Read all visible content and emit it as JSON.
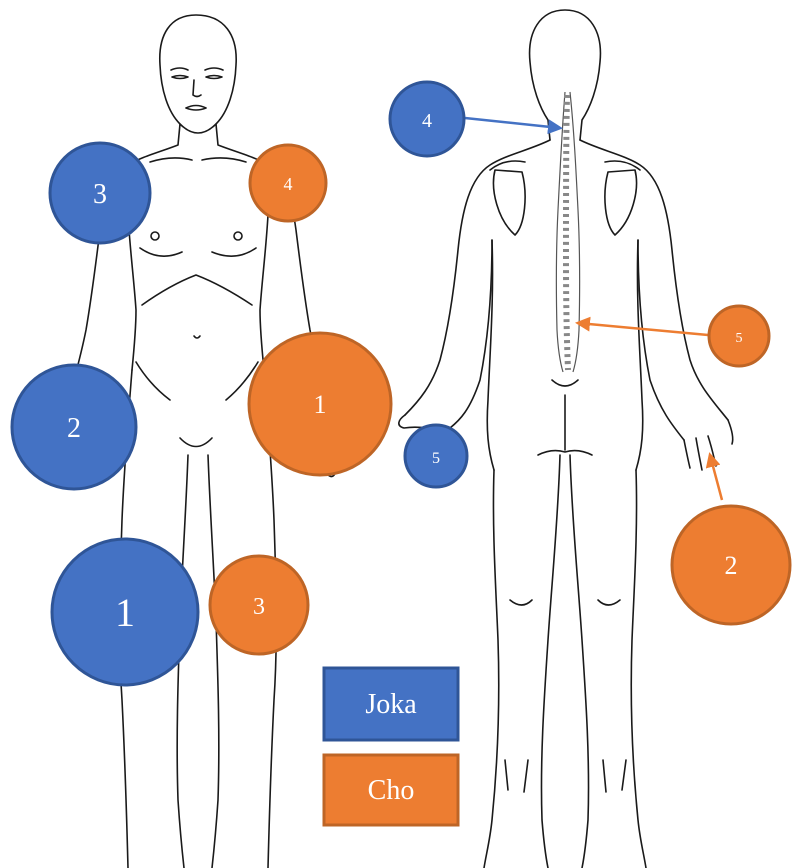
{
  "colors": {
    "joka_fill": "#4472C4",
    "joka_stroke": "#2F5597",
    "cho_fill": "#ED7D31",
    "cho_stroke": "#BE6526",
    "outline": "#1a1a1a",
    "arrow_joka": "#4472C4",
    "arrow_cho": "#ED7D31"
  },
  "legend": {
    "joka_label": "Joka",
    "cho_label": "Cho"
  },
  "front_markers": {
    "joka_1": "1",
    "joka_2": "2",
    "joka_3": "3",
    "cho_1": "1",
    "cho_3": "3",
    "cho_4": "4"
  },
  "back_markers": {
    "joka_4": "4",
    "joka_5": "5",
    "cho_2": "2",
    "cho_5": "5"
  }
}
